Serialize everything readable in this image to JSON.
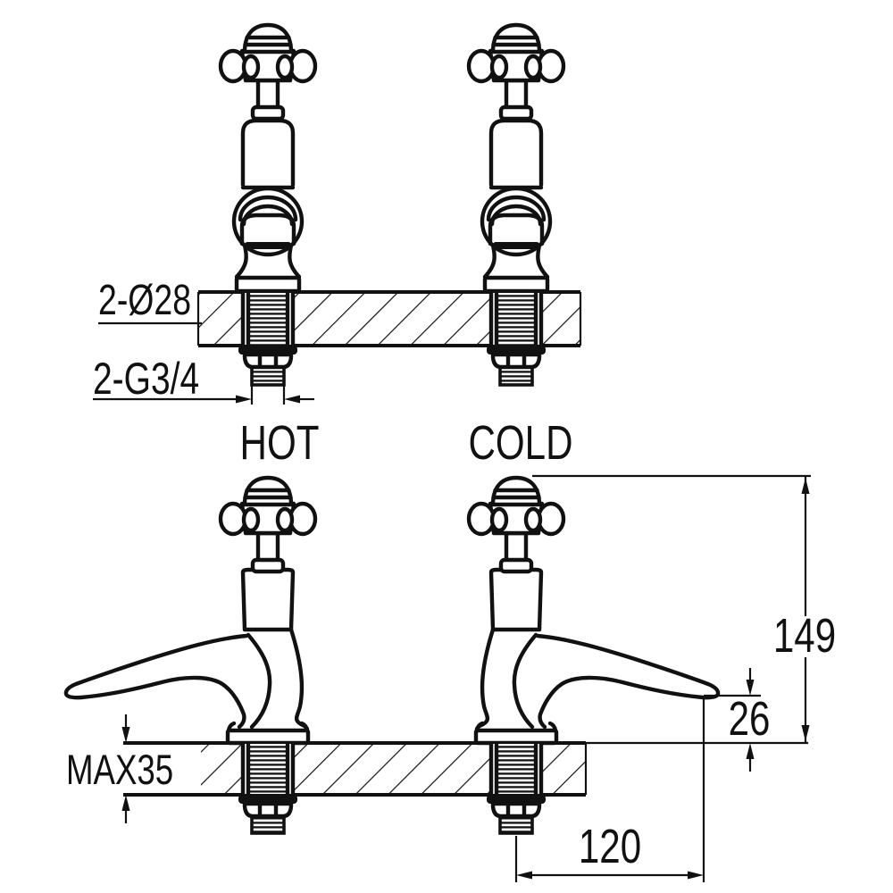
{
  "drawing": {
    "background": "#ffffff",
    "line_color": "#111111",
    "top_view": {
      "hole_note": "2-Ø28",
      "thread_note": "2-G3/4"
    },
    "front_view": {
      "hot_label": "HOT",
      "cold_label": "COLD",
      "overall_height": "149",
      "spout_clearance": "26",
      "max_deck_thickness": "MAX35",
      "spout_reach": "120"
    }
  }
}
